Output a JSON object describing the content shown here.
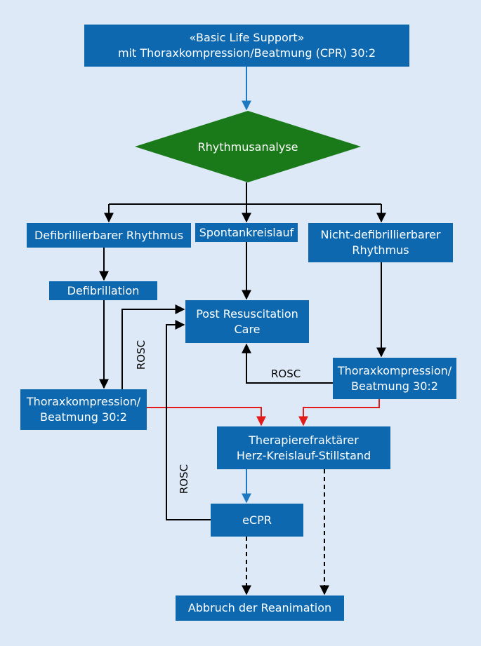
{
  "nodes": {
    "bls": "«Basic Life Support»\nmit Thoraxkompression/Beatmung (CPR) 30:2",
    "rhythm": "Rhythmusanalyse",
    "defib_rhythm": "Defibrillierbarer Rhythmus",
    "spontan": "Spontankreislauf",
    "nondefib": "Nicht-defibrillierbarer\nRhythmus",
    "defibrillation": "Defibrillation",
    "post": "Post Resuscitation\nCare",
    "cpr_left": "Thoraxkompression/\nBeatmung 30:2",
    "cpr_right": "Thoraxkompression/\nBeatmung 30:2",
    "refractory": "Therapierefraktärer\nHerz-Kreislauf-Stillstand",
    "ecpr": "eCPR",
    "abort": "Abbruch der Reanimation"
  },
  "labels": {
    "rosc_left": "ROSC",
    "rosc_right": "ROSC",
    "rosc_bottom": "ROSC"
  },
  "colors": {
    "box": "#0d68b0",
    "diamond": "#1a7a1a",
    "background": "#dde9f6",
    "arrow_blue": "#1f78c2",
    "arrow_red": "#e31b1b",
    "arrow_black": "#000000"
  }
}
